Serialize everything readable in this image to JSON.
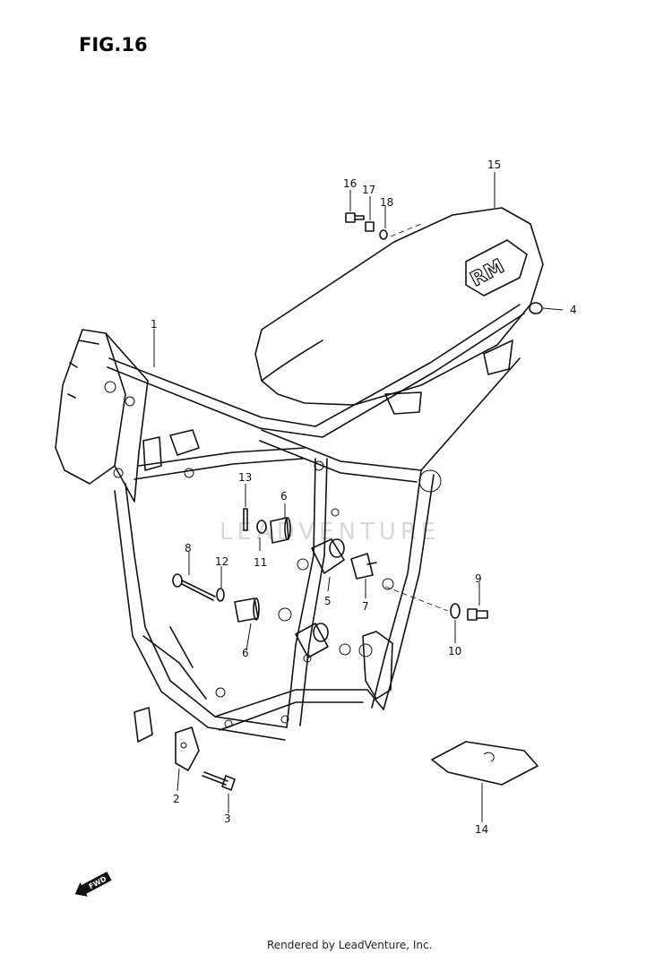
{
  "figure": {
    "title": "FIG.16"
  },
  "watermark": "LEADVENTURE",
  "credit": "Rendered by LeadVenture, Inc.",
  "front_arrow": {
    "label": "FWD"
  },
  "callouts": [
    "1",
    "2",
    "3",
    "4",
    "5",
    "6",
    "6",
    "7",
    "8",
    "9",
    "10",
    "11",
    "12",
    "13",
    "14",
    "15",
    "16",
    "17",
    "18"
  ],
  "seat_logo": "RM"
}
